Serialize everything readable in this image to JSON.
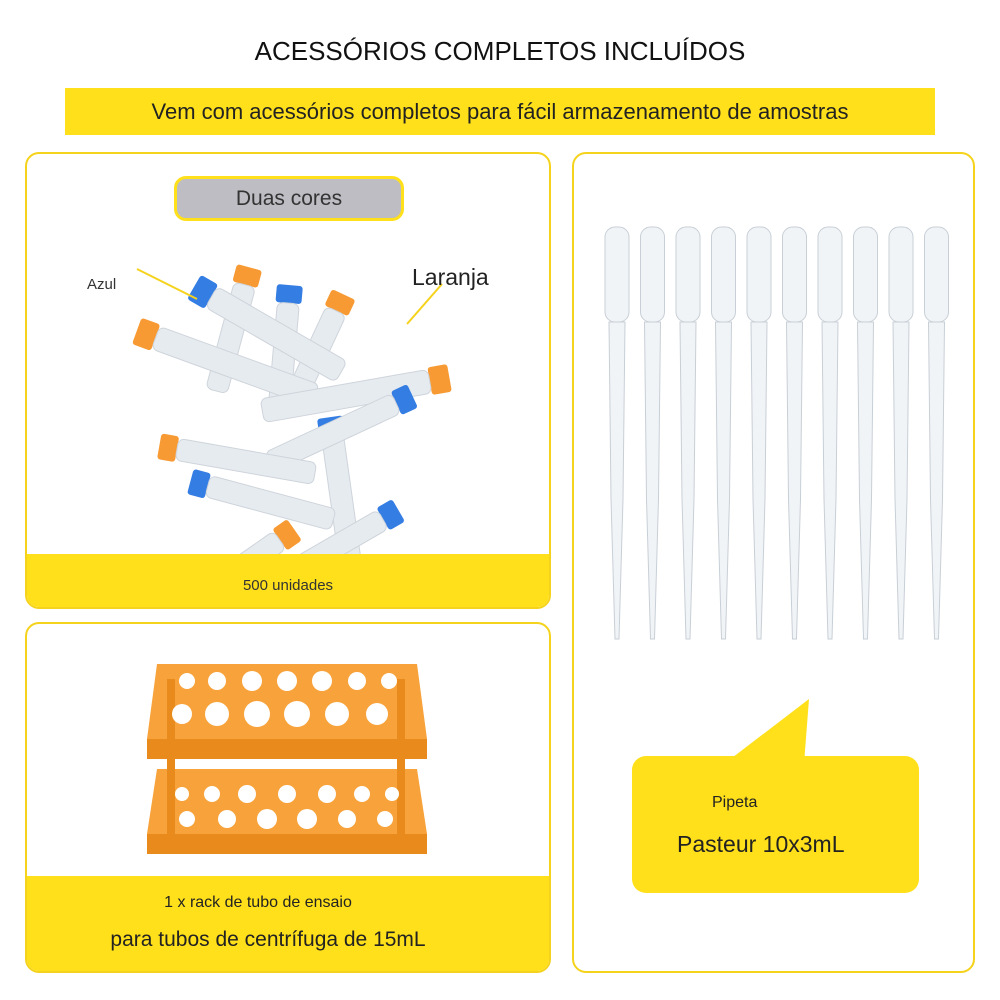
{
  "title": "ACESSÓRIOS COMPLETOS INCLUÍDOS",
  "banner": "Vem com acessórios completos para fácil armazenamento de amostras",
  "tubes_card": {
    "pill": "Duas cores",
    "label_blue": "Azul",
    "label_orange": "Laranja",
    "quantity": "500 unidades"
  },
  "rack_card": {
    "line1": "1 x rack de tubo de ensaio",
    "line2": "para tubos de centrífuga de 15mL"
  },
  "pipette_card": {
    "line1": "Pipeta",
    "line2": "Pasteur 10x3mL"
  },
  "colors": {
    "yellow": "#FFE01A",
    "orange": "#F7901E",
    "blue": "#1F6FE0"
  }
}
